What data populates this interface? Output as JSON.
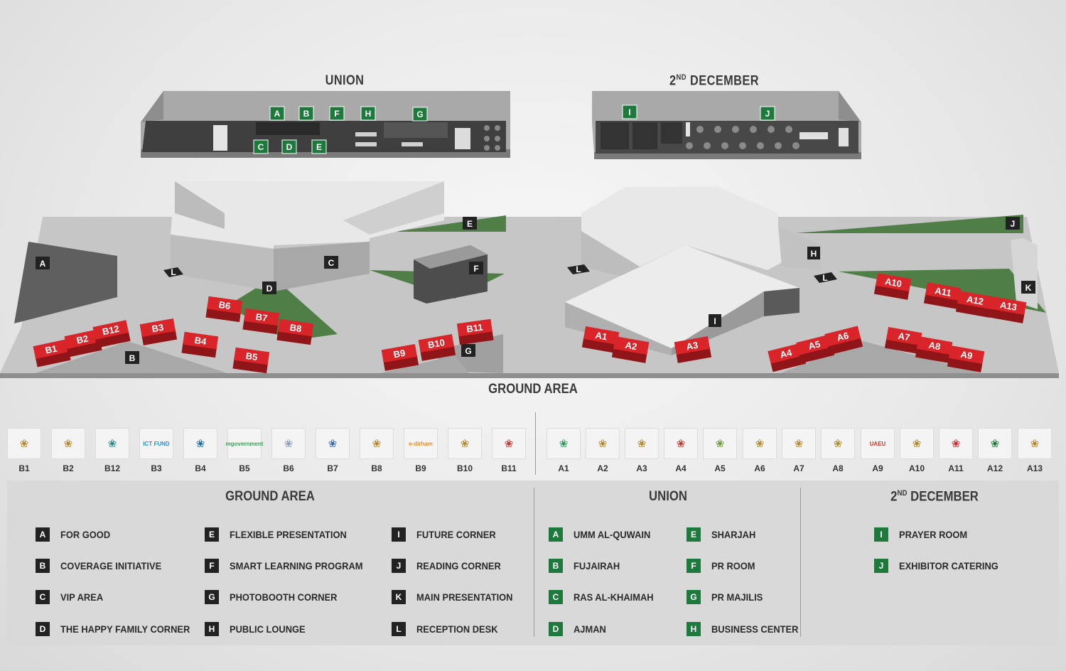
{
  "floors": {
    "union_title": "UNION",
    "december_title_main": "2",
    "december_title_sup": "ND",
    "december_title_rest": " DECEMBER",
    "ground_title": "GROUND AREA"
  },
  "union_tags": [
    "A",
    "B",
    "F",
    "H",
    "G",
    "C",
    "D",
    "E"
  ],
  "december_tags": [
    "I",
    "J"
  ],
  "ground_tags": [
    "A",
    "B",
    "C",
    "D",
    "E",
    "F",
    "G",
    "H",
    "I",
    "J",
    "K",
    "L",
    "L",
    "L"
  ],
  "booths": [
    "B1",
    "B2",
    "B12",
    "B3",
    "B4",
    "B5",
    "B6",
    "B7",
    "B8",
    "B9",
    "B10",
    "B11",
    "A1",
    "A2",
    "A3",
    "A4",
    "A5",
    "A6",
    "A7",
    "A8",
    "A9",
    "A10",
    "A11",
    "A12",
    "A13"
  ],
  "exhibitors": [
    "B1",
    "B2",
    "B12",
    "B3",
    "B4",
    "B5",
    "B6",
    "B7",
    "B8",
    "B9",
    "B10",
    "B11",
    "A1",
    "A2",
    "A3",
    "A4",
    "A5",
    "A6",
    "A7",
    "A8",
    "A9",
    "A10",
    "A11",
    "A12",
    "A13"
  ],
  "logo_texts": {
    "b3": "ICT FUND",
    "b5": "mgovernment",
    "b9": "e-dirham",
    "a9": "UAEU"
  },
  "legend": {
    "ground_title": "GROUND AREA",
    "union_title": "UNION",
    "december_main": "2",
    "december_sup": "ND",
    "december_rest": " DECEMBER",
    "ground_items": [
      {
        "key": "A",
        "label": "FOR GOOD"
      },
      {
        "key": "B",
        "label": "COVERAGE INITIATIVE"
      },
      {
        "key": "C",
        "label": "VIP AREA"
      },
      {
        "key": "D",
        "label": "THE HAPPY FAMILY CORNER"
      },
      {
        "key": "E",
        "label": "FLEXIBLE PRESENTATION"
      },
      {
        "key": "F",
        "label": "SMART LEARNING PROGRAM"
      },
      {
        "key": "G",
        "label": "PHOTOBOOTH CORNER"
      },
      {
        "key": "H",
        "label": "PUBLIC LOUNGE"
      },
      {
        "key": "I",
        "label": "FUTURE CORNER"
      },
      {
        "key": "J",
        "label": "READING CORNER"
      },
      {
        "key": "K",
        "label": "MAIN PRESENTATION"
      },
      {
        "key": "L",
        "label": "RECEPTION DESK"
      }
    ],
    "union_items": [
      {
        "key": "A",
        "label": "UMM AL-QUWAIN"
      },
      {
        "key": "B",
        "label": "FUJAIRAH"
      },
      {
        "key": "C",
        "label": "RAS AL-KHAIMAH"
      },
      {
        "key": "D",
        "label": "AJMAN"
      },
      {
        "key": "E",
        "label": "SHARJAH"
      },
      {
        "key": "F",
        "label": "PR ROOM"
      },
      {
        "key": "G",
        "label": "PR MAJILIS"
      },
      {
        "key": "H",
        "label": "BUSINESS CENTER"
      }
    ],
    "december_items": [
      {
        "key": "I",
        "label": "PRAYER ROOM"
      },
      {
        "key": "J",
        "label": "EXHIBITOR CATERING"
      }
    ]
  },
  "colors": {
    "booth_red": "#d9252a",
    "tag_green": "#1e7a3c",
    "tag_dark": "#222222",
    "zone_green": "#4f7f47",
    "floor_gray": "#c9c9c9"
  }
}
